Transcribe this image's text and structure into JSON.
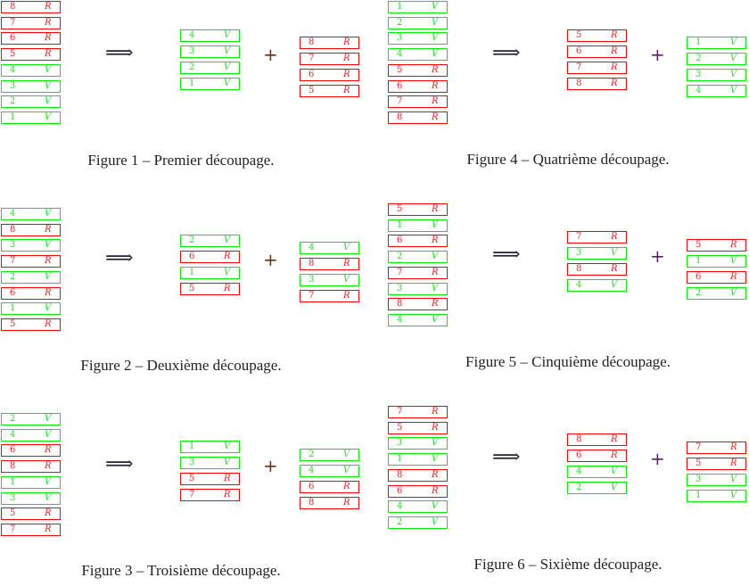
{
  "figures": [
    {
      "caption": "Figure 1 – Premier découpage.",
      "arrow": "⟹",
      "plus": "+",
      "source": [
        [
          "8",
          "R"
        ],
        [
          "7",
          "R"
        ],
        [
          "6",
          "R"
        ],
        [
          "5",
          "R"
        ],
        [
          "4",
          "V"
        ],
        [
          "3",
          "V"
        ],
        [
          "2",
          "V"
        ],
        [
          "1",
          "V"
        ]
      ],
      "first": [
        [
          "4",
          "V"
        ],
        [
          "3",
          "V"
        ],
        [
          "2",
          "V"
        ],
        [
          "1",
          "V"
        ]
      ],
      "second": [
        [
          "8",
          "R"
        ],
        [
          "7",
          "R"
        ],
        [
          "6",
          "R"
        ],
        [
          "5",
          "R"
        ]
      ]
    },
    {
      "caption": "Figure 2 – Deuxième découpage.",
      "arrow": "⟹",
      "plus": "+",
      "source": [
        [
          "4",
          "V"
        ],
        [
          "8",
          "R"
        ],
        [
          "3",
          "V"
        ],
        [
          "7",
          "R"
        ],
        [
          "2",
          "V"
        ],
        [
          "6",
          "R"
        ],
        [
          "1",
          "V"
        ],
        [
          "5",
          "R"
        ]
      ],
      "first": [
        [
          "2",
          "V"
        ],
        [
          "6",
          "R"
        ],
        [
          "1",
          "V"
        ],
        [
          "5",
          "R"
        ]
      ],
      "second": [
        [
          "4",
          "V"
        ],
        [
          "8",
          "R"
        ],
        [
          "3",
          "V"
        ],
        [
          "7",
          "R"
        ]
      ]
    },
    {
      "caption": "Figure 3 – Troisième découpage.",
      "arrow": "⟹",
      "plus": "+",
      "source": [
        [
          "2",
          "V"
        ],
        [
          "4",
          "V"
        ],
        [
          "6",
          "R"
        ],
        [
          "8",
          "R"
        ],
        [
          "1",
          "V"
        ],
        [
          "3",
          "V"
        ],
        [
          "5",
          "R"
        ],
        [
          "7",
          "R"
        ]
      ],
      "first": [
        [
          "1",
          "V"
        ],
        [
          "3",
          "V"
        ],
        [
          "5",
          "R"
        ],
        [
          "7",
          "R"
        ]
      ],
      "second": [
        [
          "2",
          "V"
        ],
        [
          "4",
          "V"
        ],
        [
          "6",
          "R"
        ],
        [
          "8",
          "R"
        ]
      ]
    },
    {
      "caption": "Figure 4 – Quatrième découpage.",
      "arrow": "⟹",
      "plus": "+",
      "source": [
        [
          "1",
          "V"
        ],
        [
          "2",
          "V"
        ],
        [
          "3",
          "V"
        ],
        [
          "4",
          "V"
        ],
        [
          "5",
          "R"
        ],
        [
          "6",
          "R"
        ],
        [
          "7",
          "R"
        ],
        [
          "8",
          "R"
        ]
      ],
      "first": [
        [
          "5",
          "R"
        ],
        [
          "6",
          "R"
        ],
        [
          "7",
          "R"
        ],
        [
          "8",
          "R"
        ]
      ],
      "second": [
        [
          "1",
          "V"
        ],
        [
          "2",
          "V"
        ],
        [
          "3",
          "V"
        ],
        [
          "4",
          "V"
        ]
      ]
    },
    {
      "caption": "Figure 5 – Cinquième découpage.",
      "arrow": "⟹",
      "plus": "+",
      "source": [
        [
          "5",
          "R"
        ],
        [
          "1",
          "V"
        ],
        [
          "6",
          "R"
        ],
        [
          "2",
          "V"
        ],
        [
          "7",
          "R"
        ],
        [
          "3",
          "V"
        ],
        [
          "8",
          "R"
        ],
        [
          "4",
          "V"
        ]
      ],
      "first": [
        [
          "7",
          "R"
        ],
        [
          "3",
          "V"
        ],
        [
          "8",
          "R"
        ],
        [
          "4",
          "V"
        ]
      ],
      "second": [
        [
          "5",
          "R"
        ],
        [
          "1",
          "V"
        ],
        [
          "6",
          "R"
        ],
        [
          "2",
          "V"
        ]
      ]
    },
    {
      "caption": "Figure 6 – Sixième découpage.",
      "arrow": "⟹",
      "plus": "+",
      "source": [
        [
          "7",
          "R"
        ],
        [
          "5",
          "R"
        ],
        [
          "3",
          "V"
        ],
        [
          "1",
          "V"
        ],
        [
          "8",
          "R"
        ],
        [
          "6",
          "R"
        ],
        [
          "4",
          "V"
        ],
        [
          "2",
          "V"
        ]
      ],
      "first": [
        [
          "8",
          "R"
        ],
        [
          "6",
          "R"
        ],
        [
          "4",
          "V"
        ],
        [
          "2",
          "V"
        ]
      ],
      "second": [
        [
          "7",
          "R"
        ],
        [
          "5",
          "R"
        ],
        [
          "3",
          "V"
        ],
        [
          "1",
          "V"
        ]
      ]
    }
  ]
}
